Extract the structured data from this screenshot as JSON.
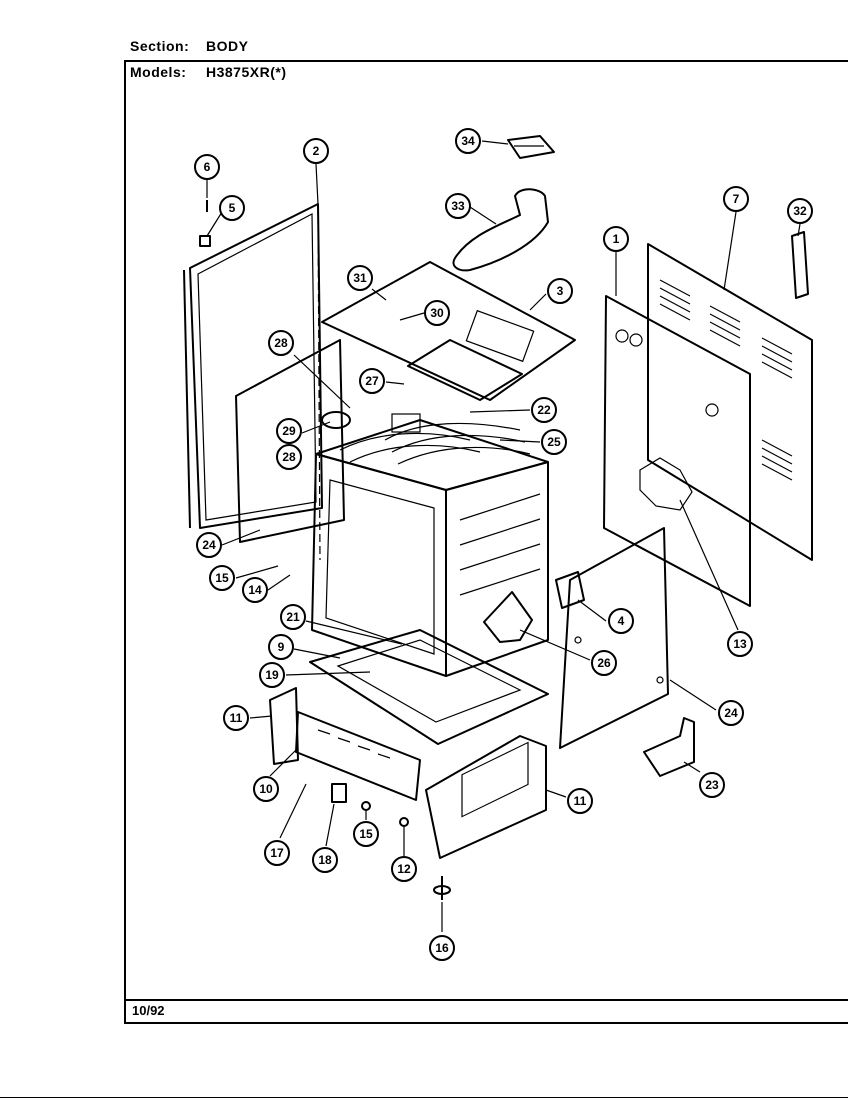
{
  "header": {
    "section_label": "Section:",
    "section_value": "BODY",
    "models_label": "Models:",
    "models_value": "H3875XR(*)"
  },
  "footer": {
    "date": "10/92"
  },
  "callouts": [
    {
      "id": "c34",
      "label": "34"
    },
    {
      "id": "c33",
      "label": "33"
    },
    {
      "id": "c6",
      "label": "6"
    },
    {
      "id": "c5",
      "label": "5"
    },
    {
      "id": "c2",
      "label": "2"
    },
    {
      "id": "c31",
      "label": "31"
    },
    {
      "id": "c30",
      "label": "30"
    },
    {
      "id": "c3",
      "label": "3"
    },
    {
      "id": "c1",
      "label": "1"
    },
    {
      "id": "c7",
      "label": "7"
    },
    {
      "id": "c32",
      "label": "32"
    },
    {
      "id": "c28a",
      "label": "28"
    },
    {
      "id": "c27",
      "label": "27"
    },
    {
      "id": "c22",
      "label": "22"
    },
    {
      "id": "c29",
      "label": "29"
    },
    {
      "id": "c28b",
      "label": "28"
    },
    {
      "id": "c25",
      "label": "25"
    },
    {
      "id": "c24a",
      "label": "24"
    },
    {
      "id": "c15a",
      "label": "15"
    },
    {
      "id": "c14",
      "label": "14"
    },
    {
      "id": "c21",
      "label": "21"
    },
    {
      "id": "c9",
      "label": "9"
    },
    {
      "id": "c19",
      "label": "19"
    },
    {
      "id": "c4",
      "label": "4"
    },
    {
      "id": "c13",
      "label": "13"
    },
    {
      "id": "c26",
      "label": "26"
    },
    {
      "id": "c11a",
      "label": "11"
    },
    {
      "id": "c24b",
      "label": "24"
    },
    {
      "id": "c10",
      "label": "10"
    },
    {
      "id": "c23",
      "label": "23"
    },
    {
      "id": "c11b",
      "label": "11"
    },
    {
      "id": "c17",
      "label": "17"
    },
    {
      "id": "c18",
      "label": "18"
    },
    {
      "id": "c15b",
      "label": "15"
    },
    {
      "id": "c12",
      "label": "12"
    },
    {
      "id": "c16",
      "label": "16"
    }
  ]
}
